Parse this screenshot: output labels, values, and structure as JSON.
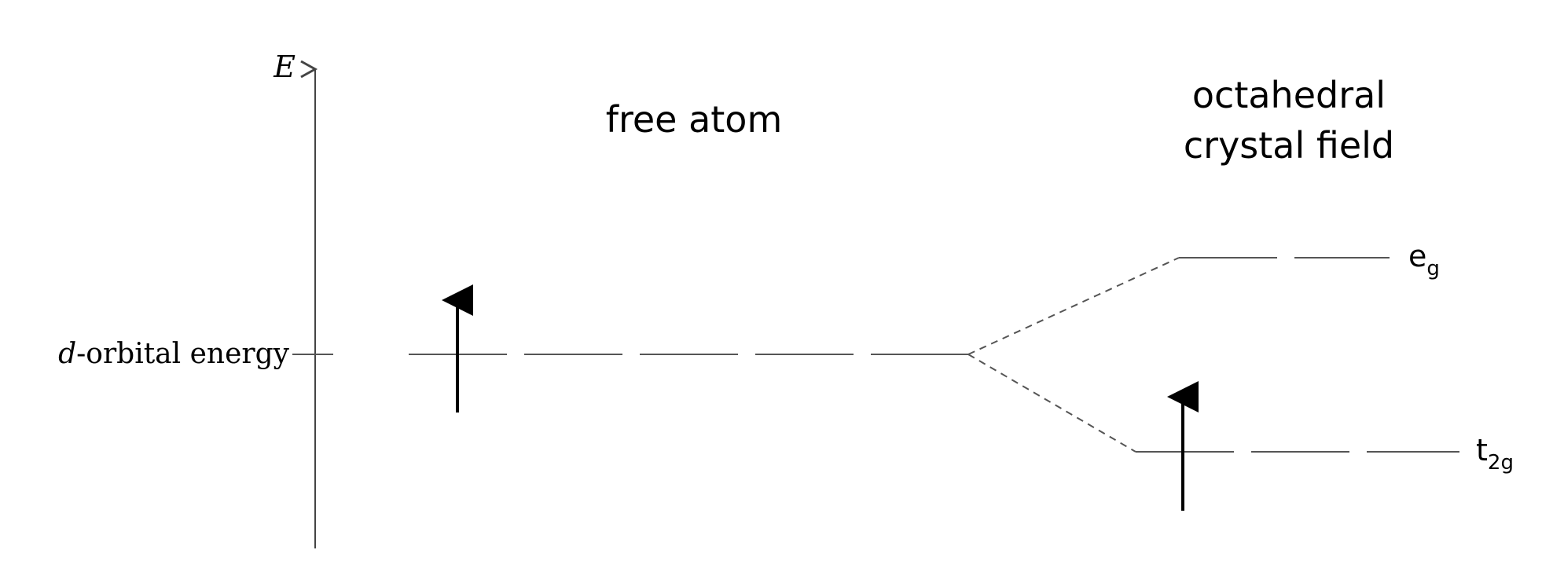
{
  "axis": {
    "label": "E",
    "tick_label_prefix": "d",
    "tick_label_rest": "-orbital energy"
  },
  "labels": {
    "free_atom": "free atom",
    "octahedral_line1": "octahedral",
    "octahedral_line2": "crystal field"
  },
  "levels": {
    "eg_main": "e",
    "eg_sub": "g",
    "t2g_main": "t",
    "t2g_sub": "2g"
  },
  "electrons": {
    "free_atom": 1,
    "t2g": 1,
    "eg": 0
  },
  "colors": {
    "line": "#555555",
    "arrow": "#000000",
    "text": "#000000"
  }
}
